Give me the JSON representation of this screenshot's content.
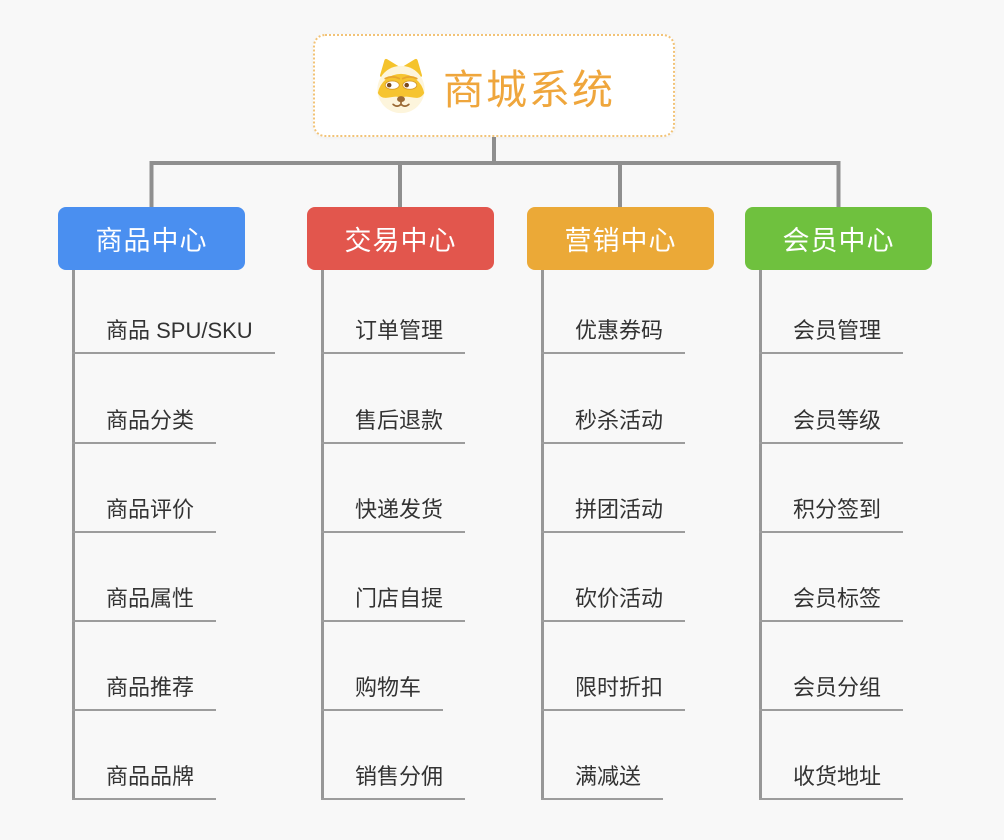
{
  "background_color": "#F8F8F8",
  "connector_color": "#8F8F8F",
  "text_color": "#333333",
  "root": {
    "title": "商城系统",
    "icon": "doge-dog-icon",
    "accent_color": "#EFA63C",
    "border_color": "#F2C377"
  },
  "branches": [
    {
      "label": "商品中心",
      "color": "#4A8FF0",
      "items": [
        "商品 SPU/SKU",
        "商品分类",
        "商品评价",
        "商品属性",
        "商品推荐",
        "商品品牌"
      ]
    },
    {
      "label": "交易中心",
      "color": "#E2564D",
      "items": [
        "订单管理",
        "售后退款",
        "快递发货",
        "门店自提",
        "购物车",
        "销售分佣"
      ]
    },
    {
      "label": "营销中心",
      "color": "#EBA937",
      "items": [
        "优惠券码",
        "秒杀活动",
        "拼团活动",
        "砍价活动",
        "限时折扣",
        "满减送"
      ]
    },
    {
      "label": "会员中心",
      "color": "#6FC13E",
      "items": [
        "会员管理",
        "会员等级",
        "积分签到",
        "会员标签",
        "会员分组",
        "收货地址"
      ]
    }
  ]
}
